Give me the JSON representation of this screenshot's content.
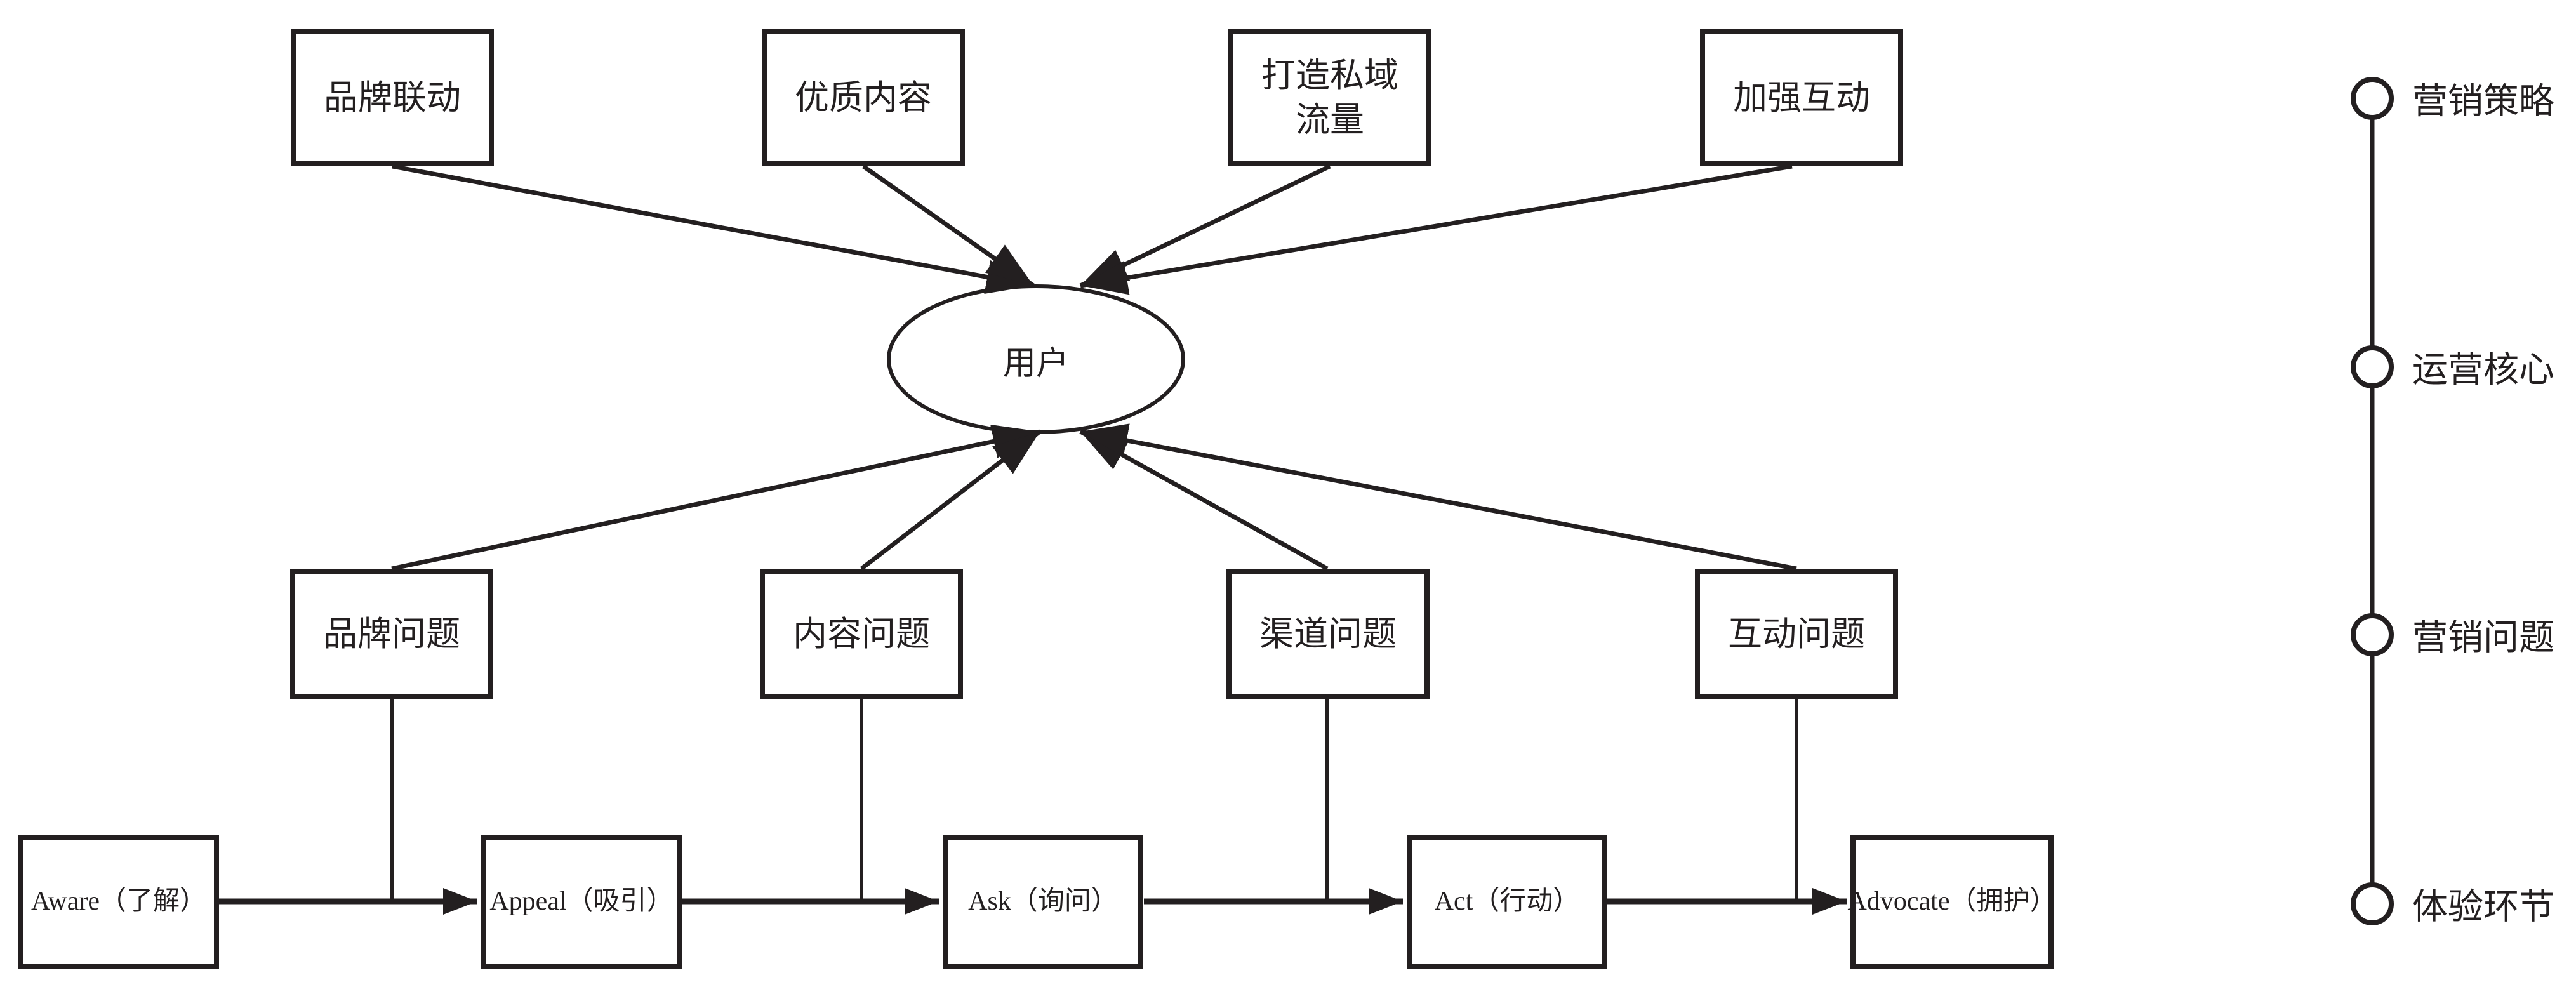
{
  "center": {
    "label": "用户"
  },
  "strategy_boxes": [
    {
      "label": "品牌联动"
    },
    {
      "label": "优质内容"
    },
    {
      "label": "打造私域流量"
    },
    {
      "label": "加强互动"
    }
  ],
  "problem_boxes": [
    {
      "label": "品牌问题"
    },
    {
      "label": "内容问题"
    },
    {
      "label": "渠道问题"
    },
    {
      "label": "互动问题"
    }
  ],
  "journey_boxes": [
    {
      "label": "Aware（了解）"
    },
    {
      "label": "Appeal（吸引）"
    },
    {
      "label": "Ask（询问）"
    },
    {
      "label": "Act（行动）"
    },
    {
      "label": "Advocate（拥护）"
    }
  ],
  "legend_items": [
    {
      "label": "营销策略"
    },
    {
      "label": "运营核心"
    },
    {
      "label": "营销问题"
    },
    {
      "label": "体验环节"
    }
  ],
  "colors": {
    "ink": "#231f20",
    "background": "#ffffff"
  }
}
